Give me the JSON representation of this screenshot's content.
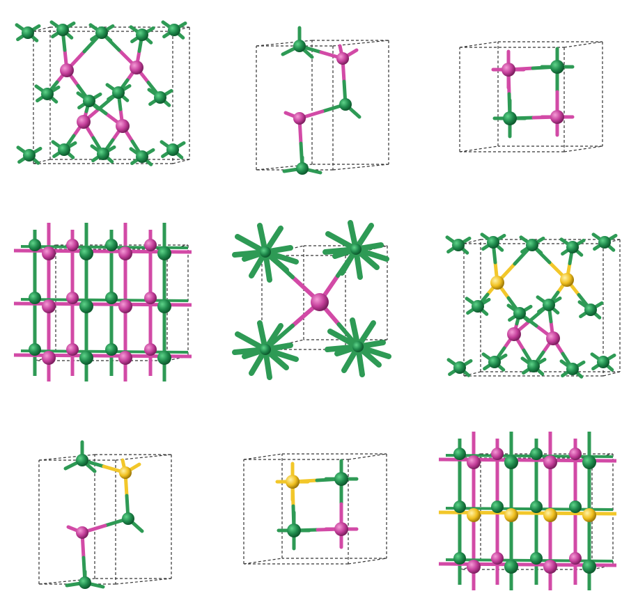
{
  "figure": {
    "panel_count": 9,
    "colors": {
      "atom_green": "#1f8a4c",
      "atom_magenta": "#c43f9a",
      "atom_yellow": "#f0c020",
      "bond_green": "#2e9a55",
      "bond_magenta": "#d24aa6",
      "bond_yellow": "#f2c72a",
      "cell_edge": "#333333",
      "background": "#ffffff"
    },
    "panels": [
      {
        "id": "panel-1",
        "structure": "zincblende",
        "atoms": [
          "green",
          "magenta"
        ]
      },
      {
        "id": "panel-2",
        "structure": "wurtzite",
        "atoms": [
          "green",
          "magenta"
        ]
      },
      {
        "id": "panel-3",
        "structure": "square-lattice",
        "atoms": [
          "green",
          "magenta"
        ]
      },
      {
        "id": "panel-4",
        "structure": "rocksalt-layered",
        "atoms": [
          "green",
          "magenta"
        ]
      },
      {
        "id": "panel-5",
        "structure": "cesium-chloride",
        "atoms": [
          "green",
          "magenta"
        ]
      },
      {
        "id": "panel-6",
        "structure": "zincblende-ternary",
        "atoms": [
          "green",
          "magenta",
          "yellow"
        ]
      },
      {
        "id": "panel-7",
        "structure": "wurtzite-ternary",
        "atoms": [
          "green",
          "magenta",
          "yellow"
        ]
      },
      {
        "id": "panel-8",
        "structure": "square-lattice-ternary",
        "atoms": [
          "green",
          "magenta",
          "yellow"
        ]
      },
      {
        "id": "panel-9",
        "structure": "rocksalt-ternary",
        "atoms": [
          "green",
          "magenta",
          "yellow"
        ]
      }
    ]
  }
}
